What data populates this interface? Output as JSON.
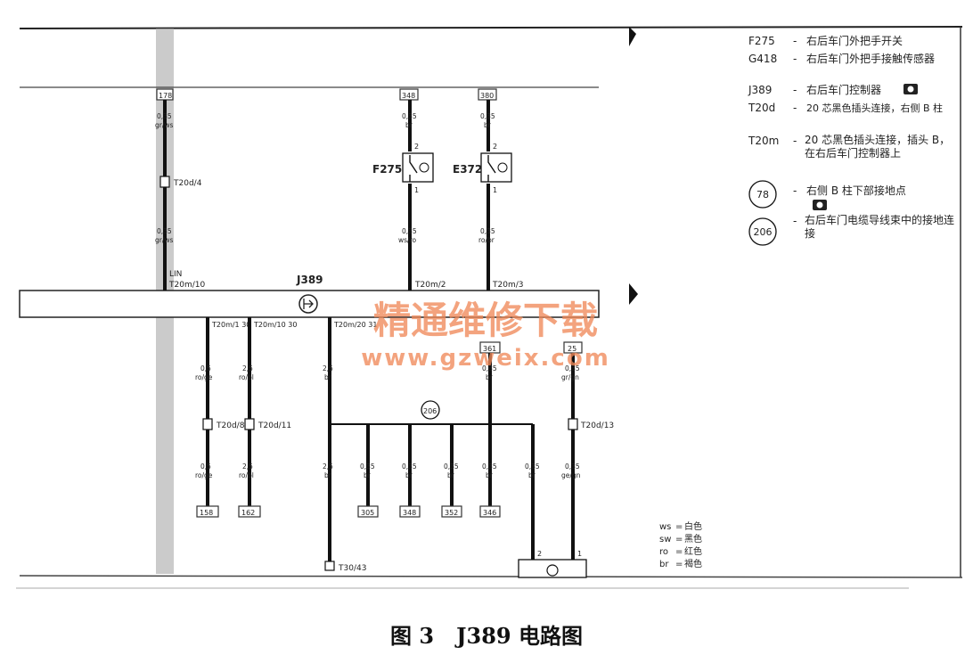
{
  "diagram": {
    "module_label": "J389",
    "module_connector_lin": "LIN",
    "module_pin_left": "T20m/10",
    "module_pin_f": "T20m/2",
    "module_pin_e": "T20m/3",
    "top_wires": [
      {
        "term": "178",
        "size_top": "0,35",
        "color_top": "gr/ws",
        "conn": "T20d/4",
        "size_bot": "0,35",
        "color_bot": "gr/ws"
      },
      {
        "term": "348",
        "size_top": "0,35",
        "color_top": "br",
        "comp": "F275",
        "size_bot": "0,35",
        "color_bot": "ws/ro"
      },
      {
        "term": "380",
        "size_top": "0,35",
        "color_top": "br",
        "comp": "E372",
        "size_bot": "0,35",
        "color_bot": "ro/br"
      }
    ],
    "bottom_wires": [
      {
        "pin": "T20m/1 30",
        "size1": "0,5",
        "col1": "ro/ge",
        "conn": "T20d/8",
        "size2": "0,5",
        "col2": "ro/ge",
        "term": "158"
      },
      {
        "pin": "T20m/10 30",
        "size1": "2,5",
        "col1": "ro/bl",
        "conn": "T20d/11",
        "size2": "2,5",
        "col2": "ro/bl",
        "term": "162"
      },
      {
        "pin": "T20m/20 31",
        "size1": "2,5",
        "col1": "br",
        "size2": "2,5",
        "col2": "br",
        "bottom_conn": "T30/43"
      },
      {
        "size2": "0,35",
        "col2": "br",
        "term": "305"
      },
      {
        "size2": "0,35",
        "col2": "br",
        "term": "348"
      },
      {
        "size2": "0,35",
        "col2": "br",
        "term": "352"
      },
      {
        "top_term": "361",
        "size1": "0,35",
        "col1": "br",
        "size2": "0,35",
        "col2": "br",
        "term": "346"
      },
      {
        "size2": "0,35",
        "col2": "br"
      },
      {
        "top_term": "25",
        "size1": "0,35",
        "col1": "gr/gn",
        "conn": "T20d/13",
        "size2": "0,35",
        "col2": "ge/gn"
      }
    ],
    "ground_point": "206",
    "pin_2": "2",
    "pin_1": "1"
  },
  "legend": {
    "items": [
      {
        "code": "F275",
        "text": "右后车门外把手开关"
      },
      {
        "code": "G418",
        "text": "右后车门外把手接触传感器"
      },
      {
        "code": "J389",
        "text": "右后车门控制器"
      },
      {
        "code": "T20d",
        "text": "20 芯黑色插头连接，右侧 B 柱"
      },
      {
        "code": "T20m",
        "text": "20 芯黑色插头连接，插头 B，在右后车门控制器上"
      },
      {
        "code": "78",
        "text": "右侧 B 柱下部接地点"
      },
      {
        "code": "206",
        "text": "右后车门电缆导线束中的接地连接"
      }
    ],
    "colors": [
      {
        "code": "ws",
        "name": "白色"
      },
      {
        "code": "sw",
        "name": "黑色"
      },
      {
        "code": "ro",
        "name": "红色"
      },
      {
        "code": "br",
        "name": "褐色"
      }
    ]
  },
  "watermark": {
    "line1": "精通维修下载",
    "line2": "www.gzweix.com",
    "color": "#f08a5a"
  },
  "caption": {
    "figure": "图 3",
    "title": "J389 电路图"
  }
}
